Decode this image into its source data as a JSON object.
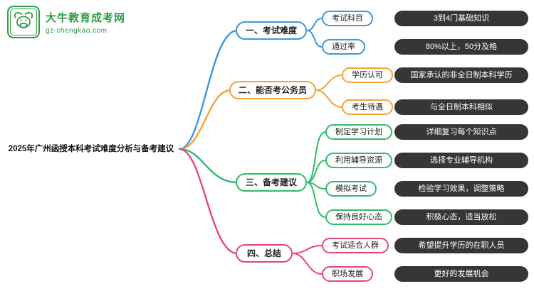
{
  "logo": {
    "title": "大牛教育成考网",
    "url": "gz-chengkao.com"
  },
  "root": {
    "title": "2025年广州函授本科考试难度分析与备考建议"
  },
  "colors": {
    "blue": "#3E97D9",
    "orange": "#F2A33A",
    "green": "#2EBD6B",
    "pink": "#E8457E",
    "value_bg": "#363636",
    "logo_green": "#2F9E44"
  },
  "branches": [
    {
      "label": "一、考试难度",
      "items": [
        {
          "label": "考试科目",
          "value": "3到4门基础知识"
        },
        {
          "label": "通过率",
          "value": "80%以上，50分及格"
        }
      ]
    },
    {
      "label": "二、能否考公务员",
      "items": [
        {
          "label": "学历认可",
          "value": "国家承认的非全日制本科学历"
        },
        {
          "label": "考生待遇",
          "value": "与全日制本科相似"
        }
      ]
    },
    {
      "label": "三、备考建议",
      "items": [
        {
          "label": "制定学习计划",
          "value": "详细复习每个知识点"
        },
        {
          "label": "利用辅导资源",
          "value": "选择专业辅导机构"
        },
        {
          "label": "模拟考试",
          "value": "检验学习效果，调整策略"
        },
        {
          "label": "保持良好心态",
          "value": "积极心态，适当放松"
        }
      ]
    },
    {
      "label": "四、总结",
      "items": [
        {
          "label": "考试适合人群",
          "value": "希望提升学历的在职人员"
        },
        {
          "label": "职场发展",
          "value": "更好的发展机会"
        }
      ]
    }
  ]
}
